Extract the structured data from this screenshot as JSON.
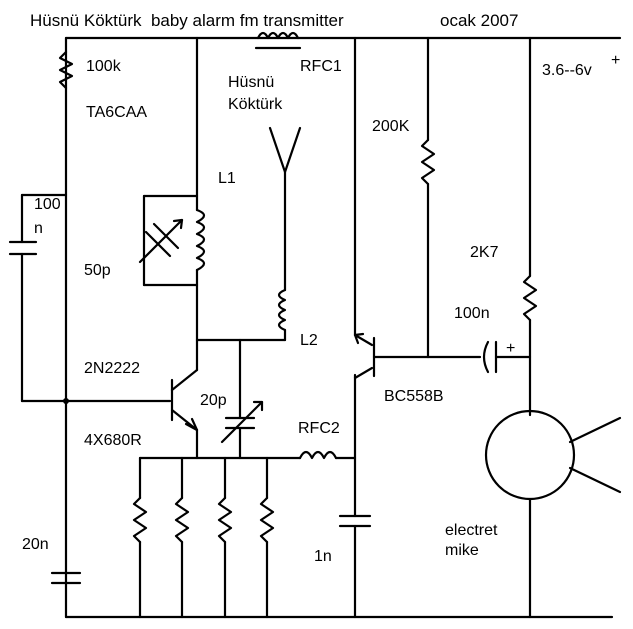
{
  "title": "Hüsnü Köktürk  baby alarm fm transmitter",
  "date": "ocak 2007",
  "supply": "3.6--6v",
  "supply_plus": "+",
  "labels": {
    "r100k": "100k",
    "tacall": "TA6CAA",
    "c100n_a": "100",
    "c100n_b": "n",
    "c50p": "50p",
    "l1": "L1",
    "l2": "L2",
    "antenna_name_1": "Hüsnü",
    "antenna_name_2": "Köktürk",
    "rfc1": "RFC1",
    "rfc2": "RFC2",
    "r200k": "200K",
    "r2k7": "2K7",
    "c100n": "100n",
    "c100n_plus": "+",
    "q1": "2N2222",
    "c20p": "20p",
    "r4x680": "4X680R",
    "q2": "BC558B",
    "c20n": "20n",
    "c1n": "1n",
    "mic_1": "electret",
    "mic_2": "mike"
  }
}
